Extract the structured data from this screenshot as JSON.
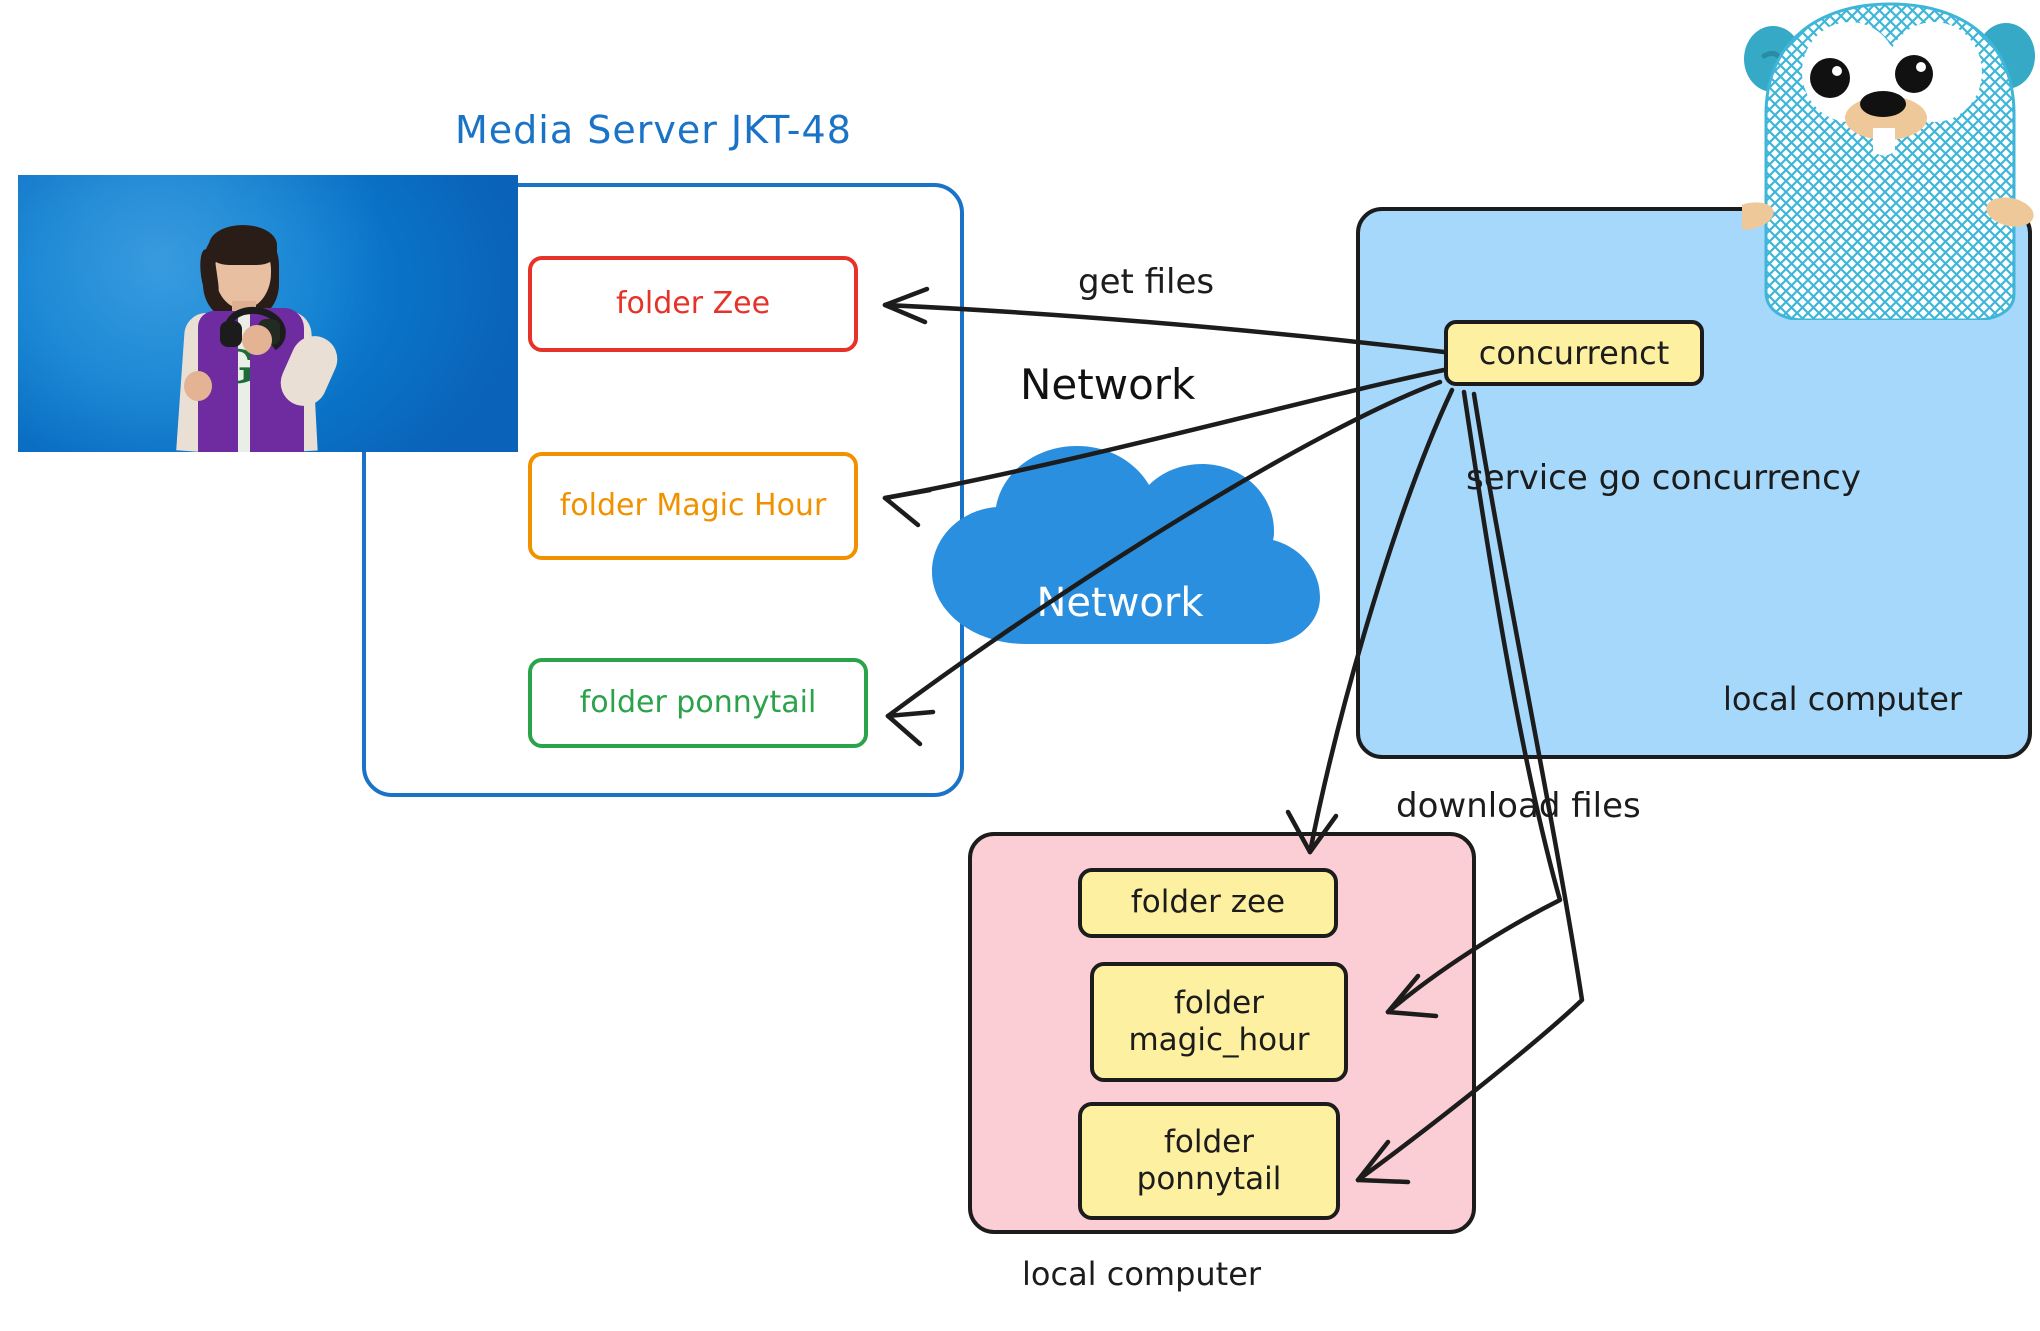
{
  "diagram": {
    "title": "Media Server JKT-48",
    "title_color": "#1a73c7"
  },
  "media_server": {
    "label": "Media Server JKT-48",
    "border_color": "#1a73c7",
    "folders": [
      {
        "name": "folder-zee",
        "label": "folder Zee",
        "color": "#e5332a"
      },
      {
        "name": "folder-magic-hour",
        "label": "folder Magic Hour",
        "color": "#f29100"
      },
      {
        "name": "folder-ponnytail",
        "label": "folder ponnytail",
        "color": "#2ba34a"
      }
    ]
  },
  "video_thumbnail": {
    "name": "video-thumbnail",
    "background_color": "#0b7fd2",
    "subject_jacket_color": "#6f2ba0"
  },
  "network": {
    "label_outside": "Network",
    "label_inside": "Network",
    "cloud_color": "#2b8fe0",
    "inside_label_color": "#ffffff"
  },
  "local_computer_remote": {
    "label": "local computer",
    "background_color": "#a5d8fb",
    "node": {
      "label": "concurrenct",
      "background_color": "#fdf0a0"
    },
    "caption": "service go concurrency",
    "mascot": "go-gopher"
  },
  "download_target": {
    "label": "local computer",
    "background_color": "#fbcdd4",
    "folders": [
      {
        "name": "local-folder-zee",
        "label": "folder zee"
      },
      {
        "name": "local-folder-magic-hour",
        "label": "folder\nmagic_hour"
      },
      {
        "name": "local-folder-ponnytail",
        "label": "folder\nponnytail"
      }
    ]
  },
  "arrows": {
    "get_files_label": "get files",
    "download_files_label": "download files",
    "stroke_color": "#1c1c1c"
  }
}
